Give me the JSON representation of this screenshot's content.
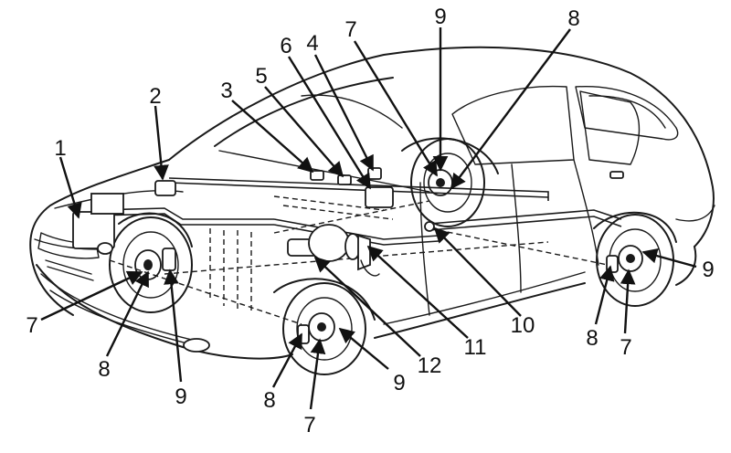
{
  "callouts": [
    {
      "id": "c1",
      "label": "1"
    },
    {
      "id": "c2",
      "label": "2"
    },
    {
      "id": "c3",
      "label": "3"
    },
    {
      "id": "c4",
      "label": "4"
    },
    {
      "id": "c5",
      "label": "5"
    },
    {
      "id": "c6",
      "label": "6"
    },
    {
      "id": "c7a",
      "label": "7"
    },
    {
      "id": "c9a",
      "label": "9"
    },
    {
      "id": "c8a",
      "label": "8"
    },
    {
      "id": "c7b",
      "label": "7"
    },
    {
      "id": "c8b",
      "label": "8"
    },
    {
      "id": "c9b",
      "label": "9"
    },
    {
      "id": "c12",
      "label": "12"
    },
    {
      "id": "c11",
      "label": "11"
    },
    {
      "id": "c10",
      "label": "10"
    },
    {
      "id": "c8c",
      "label": "8"
    },
    {
      "id": "c7c",
      "label": "7"
    },
    {
      "id": "c9c",
      "label": "9"
    },
    {
      "id": "c8d",
      "label": "8"
    },
    {
      "id": "c7d",
      "label": "7"
    },
    {
      "id": "c9d",
      "label": "9"
    }
  ]
}
